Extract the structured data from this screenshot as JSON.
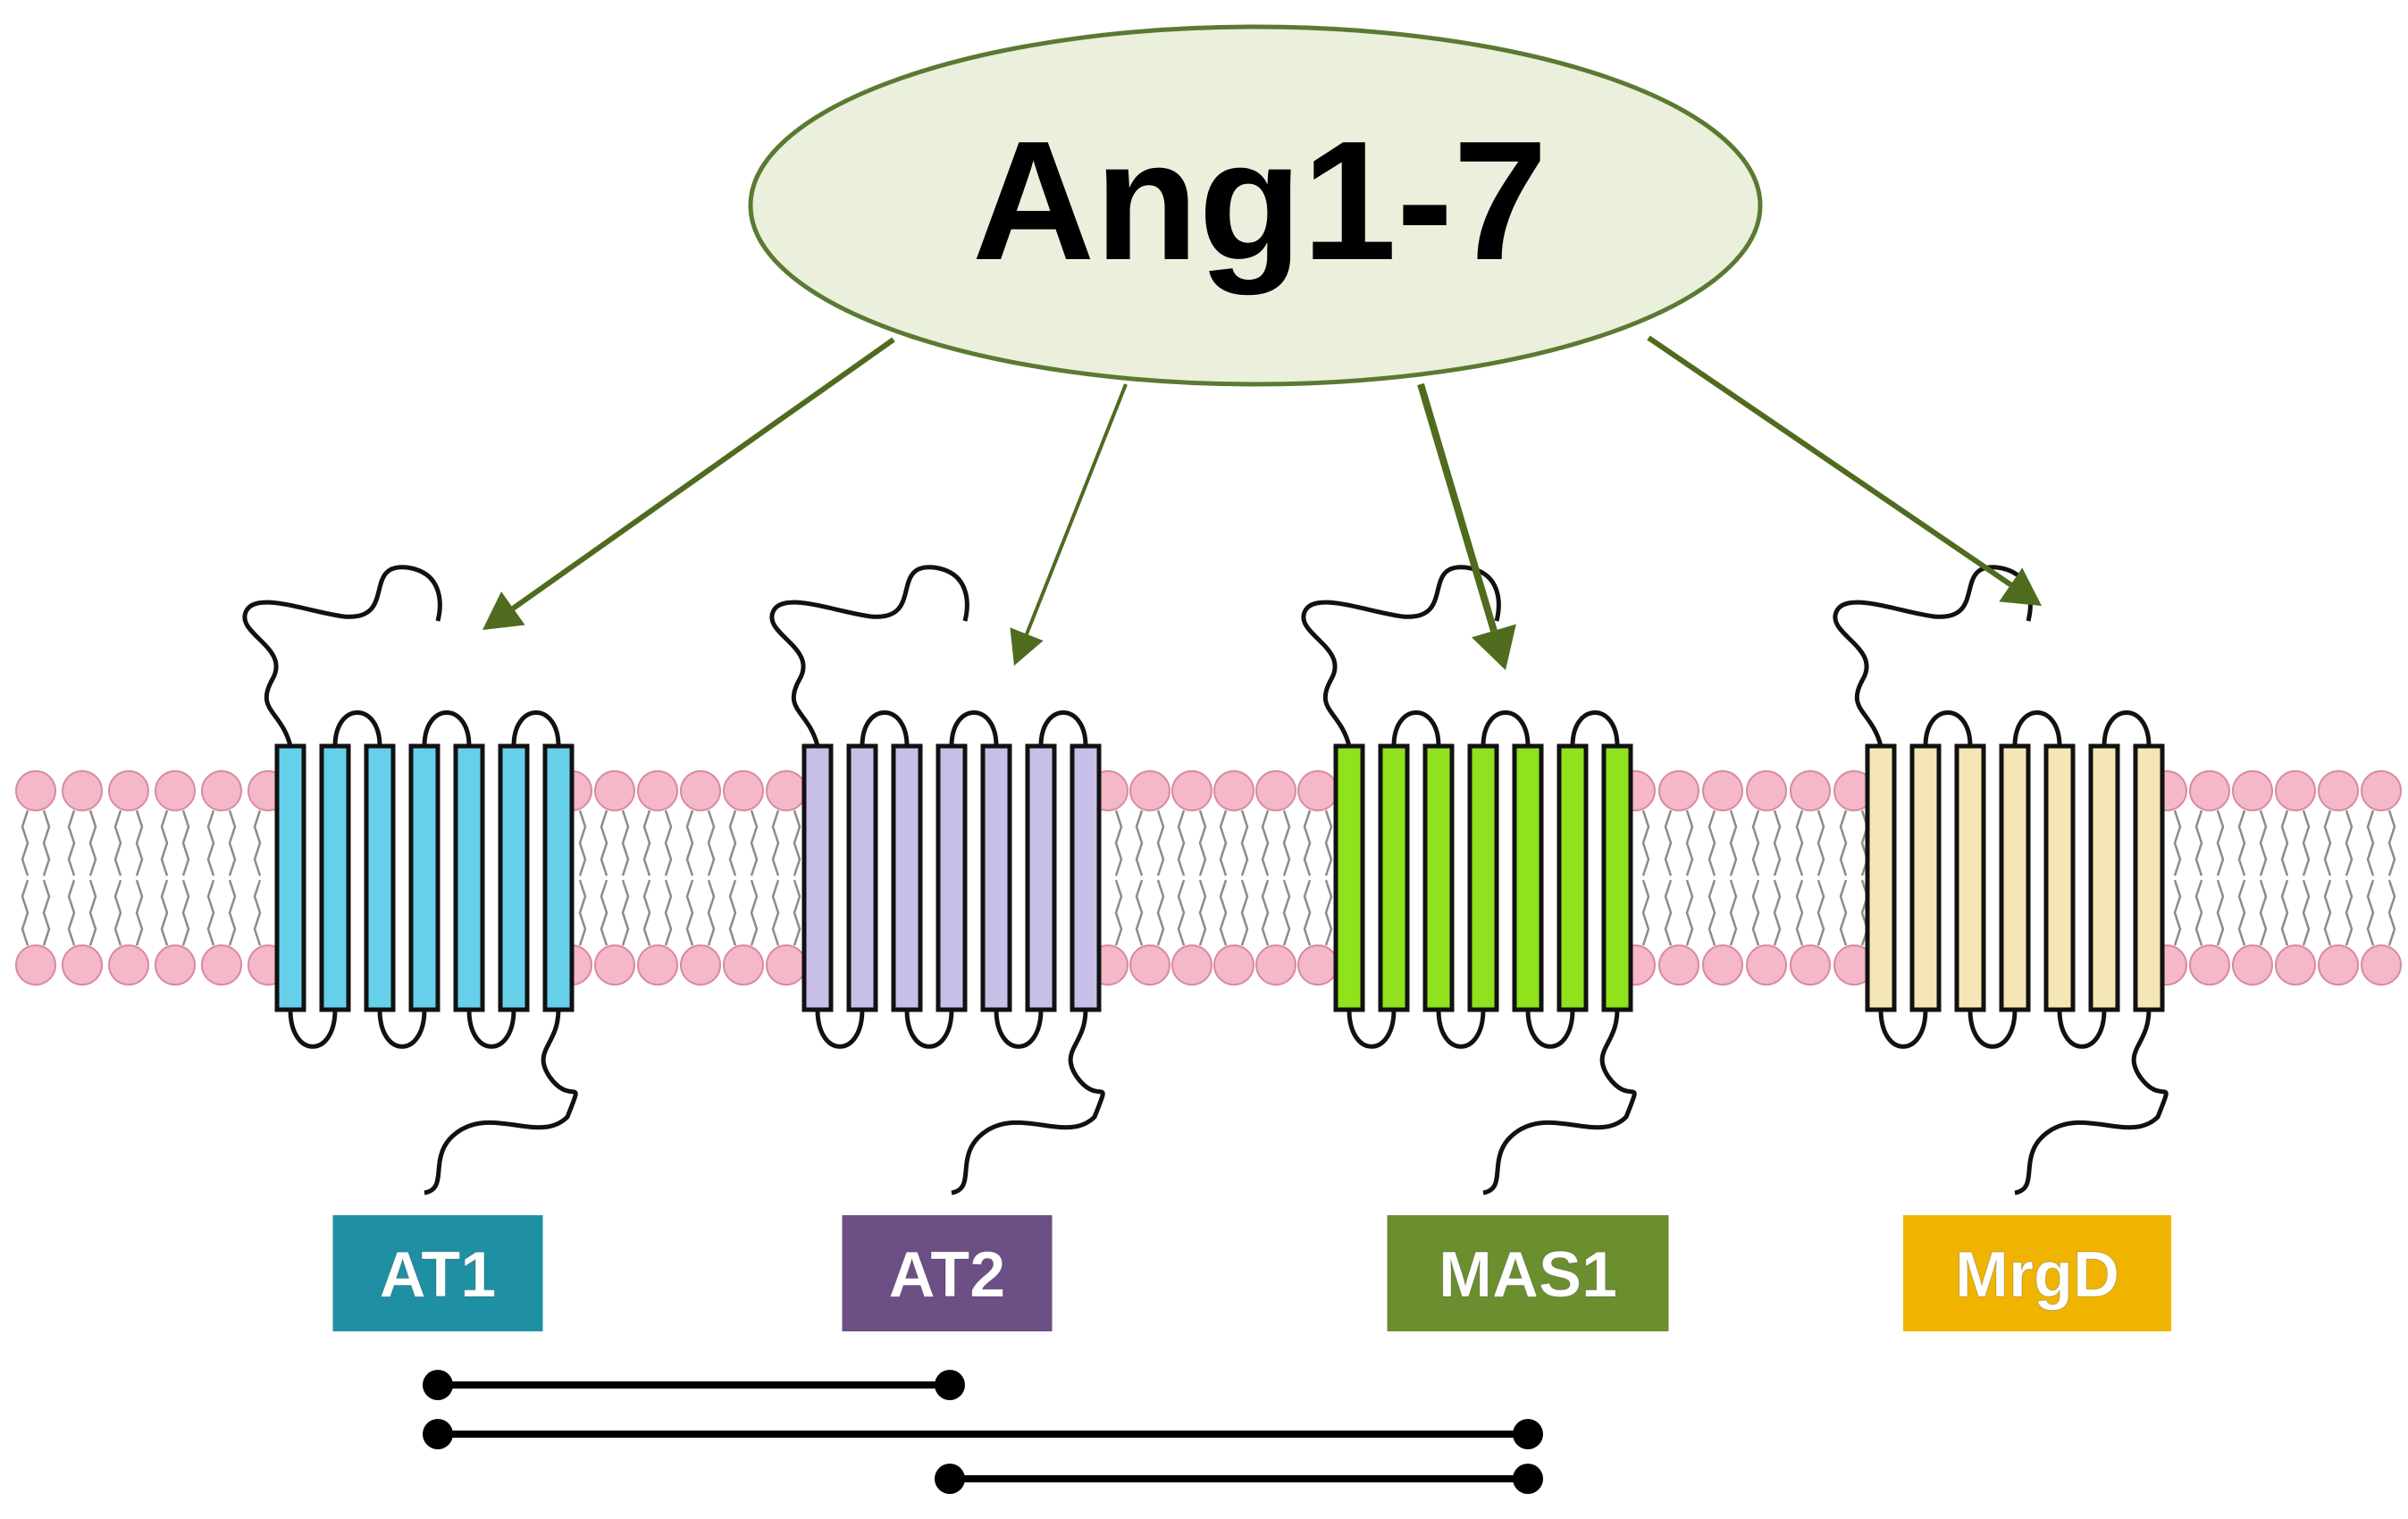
{
  "ligand": {
    "label": "Ang1-7",
    "fill": "#eaf0dc",
    "stroke": "#5a7a32"
  },
  "arrow_color": "#4f6b1e",
  "membrane": {
    "head_color": "#f4b8c8",
    "tail_color": "#8c8c8c"
  },
  "receptors": [
    {
      "id": "at1",
      "label": "AT1",
      "label_bg": "#1f8fa3",
      "helix_fill": "#66d0ea"
    },
    {
      "id": "at2",
      "label": "AT2",
      "label_bg": "#6b4f85",
      "helix_fill": "#c7bfe8"
    },
    {
      "id": "mas1",
      "label": "MAS1",
      "label_bg": "#6b8e2f",
      "helix_fill": "#8fe21c"
    },
    {
      "id": "mrgd",
      "label": "MrgD",
      "label_bg": "#f0b400",
      "helix_fill": "#f5e6b5"
    }
  ],
  "interactions": [
    {
      "from": "AT1",
      "to": "AT2"
    },
    {
      "from": "AT1",
      "to": "MAS1"
    },
    {
      "from": "AT2",
      "to": "MAS1"
    }
  ]
}
